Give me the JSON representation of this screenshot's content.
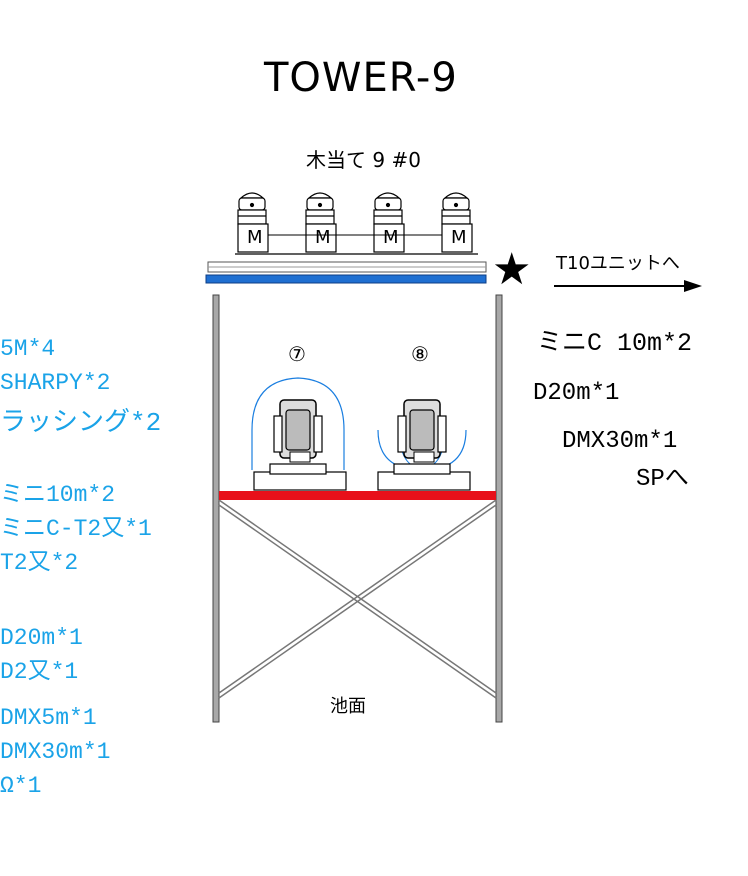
{
  "title": "TOWER-9",
  "top_label": "木当て 9 #0",
  "fixtures_top": [
    "M",
    "M",
    "M",
    "M"
  ],
  "star_symbol": "★",
  "arrow_label": "T10ユニットへ",
  "right_notes": {
    "line1": "ミニC 10m*2",
    "line2": "D20m*1",
    "line3": "DMX30m*1",
    "line4": "SPへ"
  },
  "fixture_numbers": [
    "⑦",
    "⑧"
  ],
  "base_label": "池面",
  "left_notes": [
    "5M*4",
    "SHARPY*2",
    "ラッシング*2",
    "ミニ10m*2",
    "ミニC-T2又*1",
    "T2又*2",
    "D20m*1",
    "D2又*1",
    "DMX5m*1",
    "DMX30m*1",
    "Ω*1"
  ],
  "colors": {
    "note_cyan": "#1aa3e8",
    "top_bar_blue": "#1f6fd1",
    "deck_red": "#e8101a",
    "fixture_outline": "#1a7ee0"
  }
}
